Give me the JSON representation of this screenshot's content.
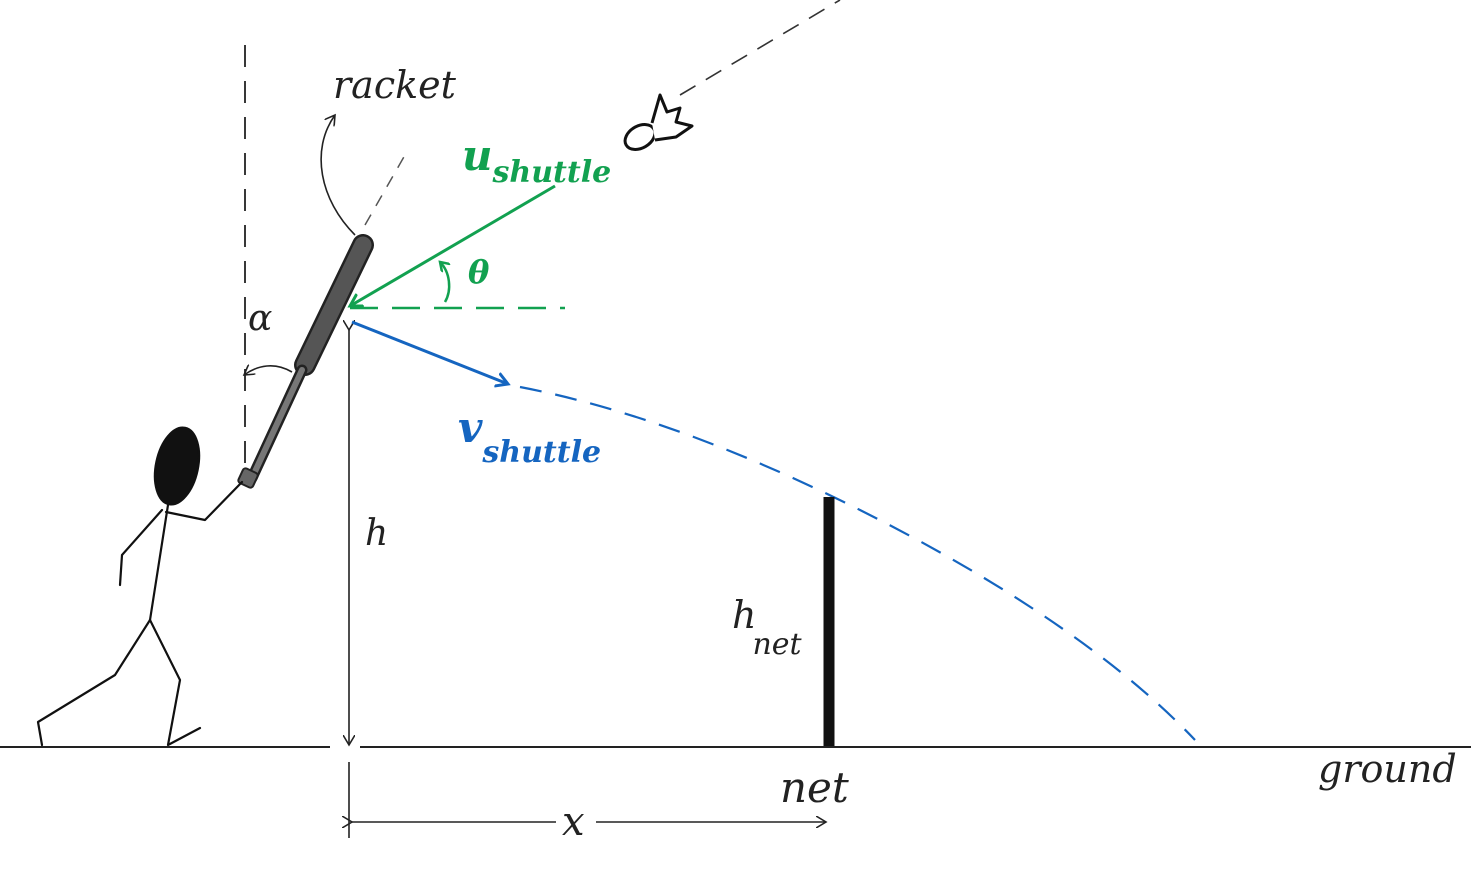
{
  "labels": {
    "racket": "racket",
    "alpha": "α",
    "u_main": "u",
    "u_sub": "shuttle",
    "theta": "θ",
    "v_main": "v",
    "v_sub": "shuttle",
    "h": "h",
    "hnet_main": "h",
    "hnet_sub": "net",
    "net": "net",
    "x": "x",
    "ground": "ground"
  },
  "colors": {
    "ink": "#222222",
    "incoming_velocity": "#12a150",
    "outgoing_velocity": "#1565c0",
    "trajectory": "#1565c0",
    "background": "#ffffff"
  },
  "icons": {
    "shuttlecock": "shuttlecock-icon"
  }
}
